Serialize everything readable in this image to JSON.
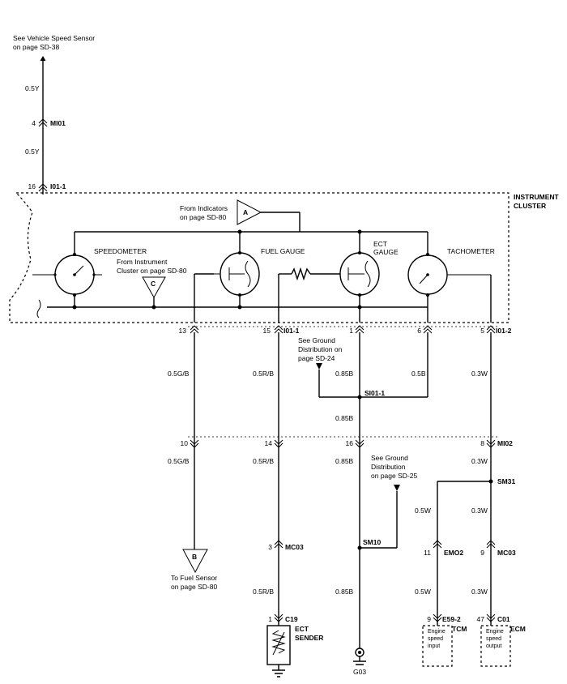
{
  "refs": {
    "vss_line1": "See Vehicle Speed Sensor",
    "vss_line2": "on page SD-38",
    "from_ind_1": "From Indicators",
    "from_ind_2": "on page SD-80",
    "from_cluster_1": "From Instrument",
    "from_cluster_2": "Cluster on page SD-80",
    "gnd24_1": "See Ground",
    "gnd24_2": "Distribution on",
    "gnd24_3": "page SD-24",
    "gnd25_1": "See Ground",
    "gnd25_2": "Distribution",
    "gnd25_3": "on page SD-25",
    "fuel_sensor_1": "To Fuel Sensor",
    "fuel_sensor_2": "on page SD-80"
  },
  "cluster": {
    "line1": "INSTRUMENT",
    "line2": "CLUSTER"
  },
  "gauges": {
    "speedometer": "SPEEDOMETER",
    "fuel": "FUEL GAUGE",
    "ect_1": "ECT",
    "ect_2": "GAUGE",
    "tach": "TACHOMETER"
  },
  "flags": {
    "a": "A",
    "b": "B",
    "c": "C"
  },
  "wires": {
    "w1": "0.5Y",
    "w2": "0.5Y",
    "w_fuel_1": "0.5G/B",
    "w_fuel_2": "0.5G/B",
    "w_ect_1": "0.5R/B",
    "w_ect_2": "0.5R/B",
    "w_ect_3": "0.5R/B",
    "w_gnd_1": "0.85B",
    "w_gnd_2": "0.85B",
    "w_gnd_3": "0.85B",
    "w_gnd_4": "0.85B",
    "w_tach_gnd": "0.5B",
    "w_tach_1": "0.3W",
    "w_tach_2": "0.3W",
    "w_tach_3": "0.3W",
    "w_tach_4": "0.3W",
    "w_tcm_1": "0.5W",
    "w_tcm_2": "0.5W"
  },
  "connectors": {
    "mi01": "MI01",
    "i011": "I01-1",
    "i012": "I01-2",
    "mi02": "MI02",
    "mc03a": "MC03",
    "mc03b": "MC03",
    "emo2": "EMO2",
    "c19": "C19",
    "e592": "E59-2",
    "c01": "C01"
  },
  "splices": {
    "si011": "SI01-1",
    "sm10": "SM10",
    "sm31": "SM31"
  },
  "pins": {
    "mi01": "4",
    "i011_top": "16",
    "p13": "13",
    "p15": "15",
    "p1": "1",
    "p6": "6",
    "p5": "5",
    "p10": "10",
    "p14": "14",
    "p16": "16",
    "p8": "8",
    "p3": "3",
    "p11": "11",
    "p9": "9",
    "c19": "1",
    "e592": "9",
    "c01": "47"
  },
  "components": {
    "ect_sender_1": "ECT",
    "ect_sender_2": "SENDER",
    "g03": "G03",
    "tcm_label": "TCM",
    "ecm_label": "ECM",
    "tcm_desc_1": "Engine",
    "tcm_desc_2": "speed",
    "tcm_desc_3": "input",
    "ecm_desc_1": "Engine",
    "ecm_desc_2": "speed",
    "ecm_desc_3": "output"
  }
}
